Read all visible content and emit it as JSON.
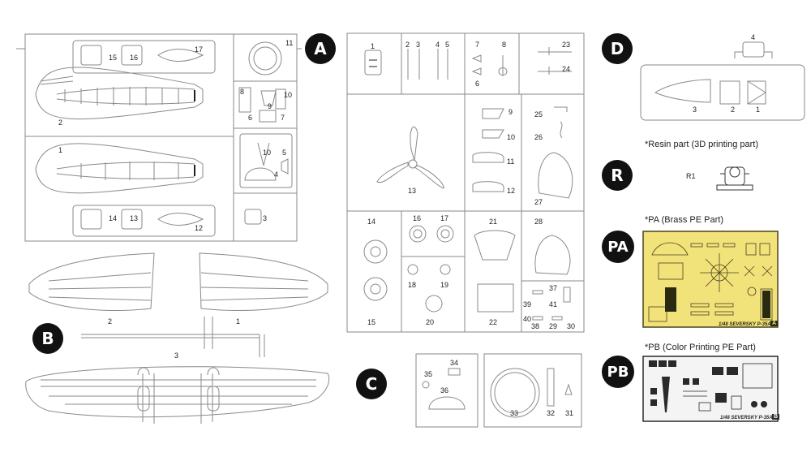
{
  "sprues": {
    "A": {
      "badge": "A",
      "labels": {
        "n1": "1",
        "n2": "2",
        "n3": "3",
        "n4": "4",
        "n5": "5",
        "n6": "6",
        "n7": "7",
        "n8": "8",
        "n9": "9",
        "n10": "10",
        "n10b": "10",
        "n11": "11",
        "n12": "12",
        "n13": "13",
        "n14": "14",
        "n15": "15",
        "n16": "16",
        "n17": "17"
      }
    },
    "B": {
      "badge": "B",
      "labels": {
        "n1": "1",
        "n2": "2",
        "n3": "3"
      }
    },
    "C": {
      "badge": "C",
      "labels": {
        "n1": "1",
        "n2": "2",
        "n3": "3",
        "n4": "4",
        "n5": "5",
        "n6": "6",
        "n7": "7",
        "n8": "8",
        "n9": "9",
        "n10": "10",
        "n11": "11",
        "n12": "12",
        "n13": "13",
        "n14": "14",
        "n15": "15",
        "n16": "16",
        "n17": "17",
        "n18": "18",
        "n19": "19",
        "n20": "20",
        "n21": "21",
        "n22": "22",
        "n23": "23",
        "n24": "24",
        "n25": "25",
        "n26": "26",
        "n27": "27",
        "n28": "28",
        "n29": "29",
        "n30": "30",
        "n31": "31",
        "n32": "32",
        "n33": "33",
        "n34": "34",
        "n35": "35",
        "n36": "36",
        "n37": "37",
        "n38": "38",
        "n39": "39",
        "n40": "40",
        "n41": "41"
      }
    },
    "D": {
      "badge": "D",
      "labels": {
        "n1": "1",
        "n2": "2",
        "n3": "3",
        "n4": "4"
      }
    }
  },
  "resin": {
    "note": "*Resin part (3D printing part)",
    "badge": "R",
    "part_label": "R1"
  },
  "pa": {
    "note": "*PA (Brass PE Part)",
    "badge": "PA",
    "brand": "1/48 SEVERSKY P-35A",
    "letter": "A",
    "colors": {
      "brass": "#f2e27a",
      "outline": "#4a4320"
    }
  },
  "pb": {
    "note": "*PB (Color Printing PE Part)",
    "badge": "PB",
    "brand": "1/48 SEVERSKY P-35A",
    "letter": "B",
    "colors": {
      "sheet": "#f4f4f4",
      "dark": "#2a2a2a"
    }
  },
  "colors": {
    "line": "#8a8a8a",
    "ink": "#222222",
    "badge": "#111111"
  }
}
